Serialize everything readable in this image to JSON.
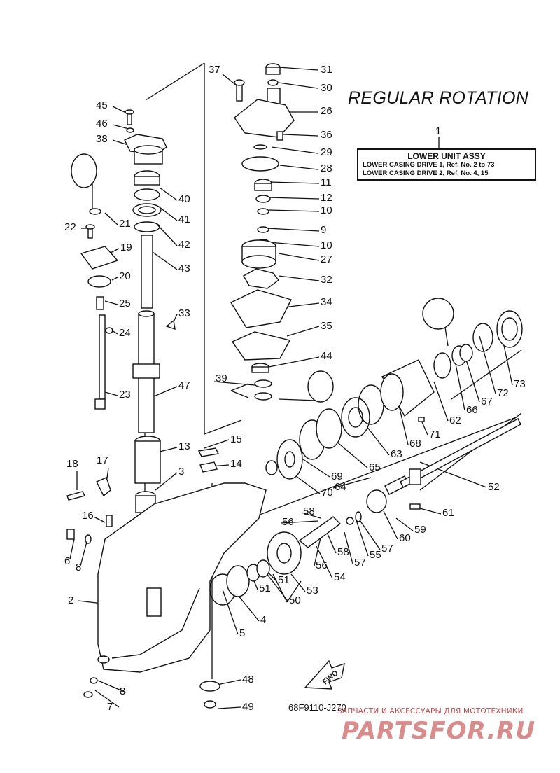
{
  "diagram": {
    "title": "REGULAR ROTATION",
    "legend_box": {
      "ref": "1",
      "header": "LOWER UNIT ASSY",
      "rows": [
        "LOWER CASING DRIVE 1,  Ref. No. 2 to 73",
        "LOWER CASING DRIVE 2,  Ref. No. 4, 15"
      ]
    },
    "fwd_label": "FWD",
    "drawing_code": "68F9110-J270",
    "watermark_text": "ЗАПЧАСТИ И АКСЕССУАРЫ ДЛЯ МОТОТЕХНИКИ",
    "watermark_logo": "PARTSFOR.RU",
    "colors": {
      "line": "#111111",
      "watermark": "#d98c8c"
    },
    "callouts": [
      "37",
      "31",
      "30",
      "26",
      "36",
      "29",
      "28",
      "45",
      "46",
      "38",
      "11",
      "12",
      "10",
      "9",
      "10",
      "27",
      "40",
      "41",
      "42",
      "43",
      "22",
      "21",
      "19",
      "20",
      "25",
      "24",
      "32",
      "34",
      "35",
      "44",
      "39",
      "33",
      "47",
      "23",
      "15",
      "13",
      "14",
      "3",
      "18",
      "17",
      "16",
      "6",
      "8",
      "2",
      "58",
      "56",
      "56",
      "58",
      "57",
      "55",
      "54",
      "53",
      "51",
      "51",
      "50",
      "4",
      "5",
      "48",
      "49",
      "7",
      "8",
      "52",
      "61",
      "59",
      "60",
      "57",
      "64",
      "69",
      "65",
      "63",
      "68",
      "70",
      "71",
      "62",
      "66",
      "67",
      "72",
      "73"
    ]
  }
}
